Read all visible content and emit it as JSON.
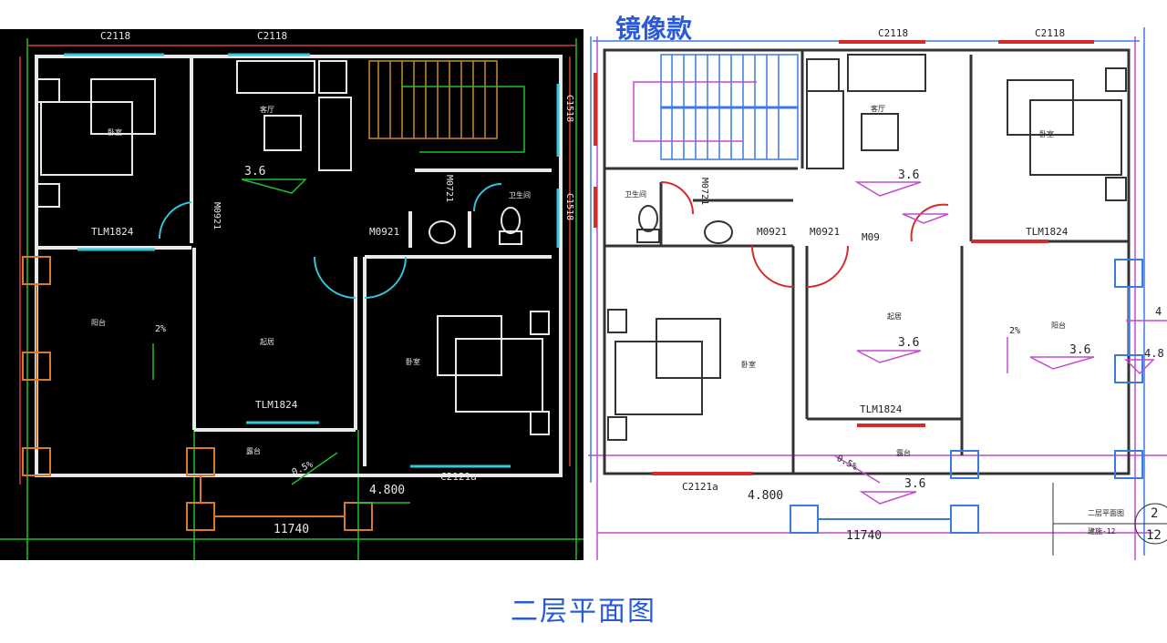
{
  "caption": "二层平面图",
  "mirror_label": "镜像款",
  "left_plan": {
    "win_top_1": "C2118",
    "win_top_2": "C2118",
    "win_right_1": "C1518",
    "win_right_2": "C1518",
    "win_bottom": "C2121a",
    "door_tlm_top": "TLM1824",
    "door_tlm_bottom": "TLM1824",
    "door_m1": "M0921",
    "door_m2": "M0921",
    "door_m3": "M0721",
    "elev_1": "3.6",
    "elev_2": "4.800",
    "dim_width": "11740",
    "slope_1": "2%",
    "slope_2": "0.5%",
    "room_bed_1": "卧室",
    "room_bed_2": "卧室",
    "room_hall": "起居",
    "room_living": "客厅",
    "room_terrace": "露台",
    "room_balcony": "阳台",
    "room_toilet": "卫生间"
  },
  "right_plan": {
    "win_top_1": "C2118",
    "win_top_2": "C2118",
    "win_bottom": "C2121a",
    "door_tlm_top": "TLM1824",
    "door_tlm_bottom": "TLM1824",
    "door_m1": "M0921",
    "door_m2": "M0921",
    "door_m3": "M09",
    "door_m4": "M0721",
    "elev_1": "3.6",
    "elev_2": "3.6",
    "elev_3": "3.6",
    "elev_4": "3.6",
    "elev_5": "4.800",
    "elev_side_1": "4",
    "elev_side_2": "4.8",
    "dim_width": "11740",
    "slope_1": "2%",
    "slope_2": "0.5%",
    "room_bed_1": "卧室",
    "room_bed_2": "卧室",
    "room_hall": "起居",
    "room_living": "客厅",
    "room_terrace": "露台",
    "room_balcony": "阳台",
    "room_toilet": "卫生间",
    "title_block_1": "二层平面图",
    "title_block_2": "建施-12",
    "sheet_num": "2",
    "sheet_total": "12"
  }
}
